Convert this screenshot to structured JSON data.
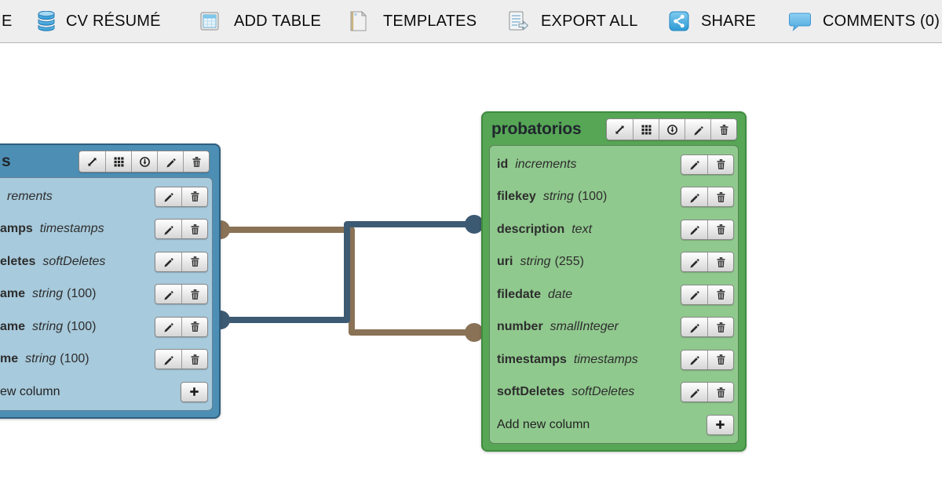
{
  "toolbar": {
    "cutoff_item_fragment": "E",
    "items": [
      {
        "icon": "database-icon",
        "label": "CV RÉSUMÉ"
      },
      {
        "icon": "add-table-icon",
        "label": "ADD TABLE"
      },
      {
        "icon": "templates-icon",
        "label": "TEMPLATES"
      },
      {
        "icon": "export-icon",
        "label": "EXPORT ALL"
      },
      {
        "icon": "share-icon",
        "label": "SHARE"
      },
      {
        "icon": "comments-icon",
        "label": "COMMENTS (0)"
      }
    ]
  },
  "diagram": {
    "tables": [
      {
        "title": "s",
        "note": "table cut off at left screen edge; only text fragments visible",
        "fields": [
          {
            "name": "",
            "type": "rements",
            "size": ""
          },
          {
            "name": "amps",
            "type": "timestamps",
            "size": ""
          },
          {
            "name": "eletes",
            "type": "softDeletes",
            "size": ""
          },
          {
            "name": "ame",
            "type": "string",
            "size": "(100)"
          },
          {
            "name": "ame",
            "type": "string",
            "size": "(100)"
          },
          {
            "name": "me",
            "type": "string",
            "size": "(100)"
          }
        ],
        "add_label": "ew column"
      },
      {
        "title": "probatorios",
        "fields": [
          {
            "name": "id",
            "type": "increments",
            "size": ""
          },
          {
            "name": "filekey",
            "type": "string",
            "size": "(100)"
          },
          {
            "name": "description",
            "type": "text",
            "size": ""
          },
          {
            "name": "uri",
            "type": "string",
            "size": "(255)"
          },
          {
            "name": "filedate",
            "type": "date",
            "size": ""
          },
          {
            "name": "number",
            "type": "smallInteger",
            "size": ""
          },
          {
            "name": "timestamps",
            "type": "timestamps",
            "size": ""
          },
          {
            "name": "softDeletes",
            "type": "softDeletes",
            "size": ""
          }
        ],
        "add_label": "Add new column"
      }
    ],
    "colors": {
      "connector_navy": "#3d5a73",
      "connector_brown": "#8a7256",
      "green_header": "#56a656",
      "green_body": "#90c98e",
      "green_border": "#3f8c3f",
      "blue_header": "#4d8fb4",
      "blue_body": "#a7cadc",
      "blue_border": "#2f5e7e"
    }
  }
}
